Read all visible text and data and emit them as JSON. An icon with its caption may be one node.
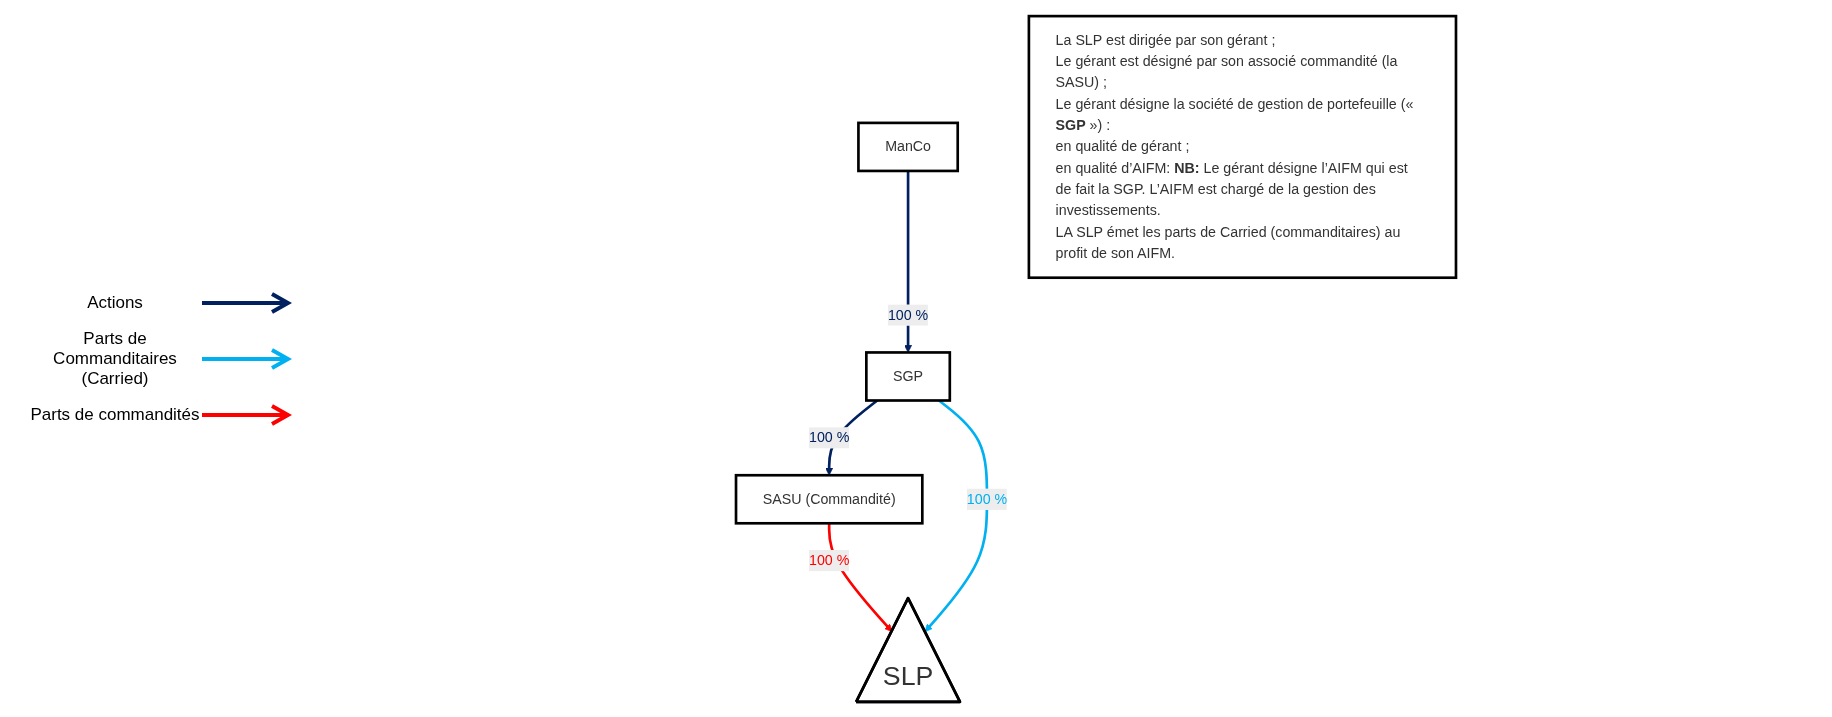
{
  "diagram": {
    "nodes": [
      {
        "text": [
          "ManCo"
        ]
      },
      {
        "text": [
          "SGP"
        ]
      },
      {
        "text": [
          "SASU (Commandité)"
        ]
      },
      {
        "text": [
          "SLP"
        ]
      },
      {
        "text": [
          "La SLP est dirigée par son gérant ;",
          "Le gérant est désigné par son associé commandité (la SASU) ;",
          "Le gérant désigne la société de gestion de portefeuille (« **SGP** ») :",
          "en qualité de gérant ;",
          "en qualité d’AIFM: **NB:** Le gérant désigne l’AIFM qui est de fait la SGP. L’AIFM est chargé de la gestion des investissements.",
          "LA SLP émet les parts de Carried (commanditaires) au profit de son AIFM."
        ]
      }
    ],
    "edges": [
      {
        "from": 0,
        "to": 1,
        "arrow": "to",
        "label": "100 %"
      },
      {
        "from": 1,
        "to": 2,
        "arrow": "to",
        "label": "100 %"
      },
      {
        "from": 2,
        "to": 3,
        "arrow": "to",
        "label": "100 %",
        "color": "#ff0000"
      },
      {
        "from": 1,
        "to": 3,
        "arrow": "to",
        "label": "100 %",
        "color": "#00b0f0"
      }
    ],
    "legend": [
      {
        "text": "Actions"
      },
      {
        "text": "Parts de Commanditaires (Carried)"
      },
      {
        "text": "Parts de commandités"
      }
    ]
  }
}
